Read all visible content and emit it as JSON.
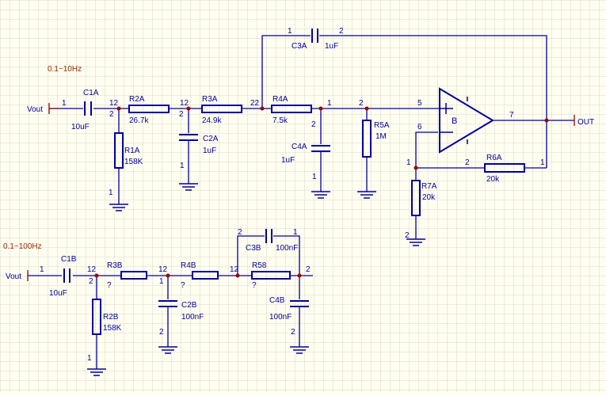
{
  "colors": {
    "background": "#fffef0",
    "grid": "#cfcfbf",
    "wire": "#00009c",
    "component": "#00009c",
    "fill": "#4a5dbf",
    "pin": "#9c0000",
    "text": "#00009c",
    "label": "#9c2a00",
    "junction": "#9c0000"
  },
  "upper": {
    "range_label": "0.1~10Hz",
    "input": "Vout",
    "output": "OUT",
    "opamp_label": "B",
    "c1": {
      "ref": "C1A",
      "value": "10uF"
    },
    "r1": {
      "ref": "R1A",
      "value": "158K"
    },
    "r2": {
      "ref": "R2A",
      "value": "26.7k"
    },
    "c2": {
      "ref": "C2A",
      "value": "1uF"
    },
    "r3": {
      "ref": "R3A",
      "value": "24.9k"
    },
    "c3": {
      "ref": "C3A",
      "value": "1uF"
    },
    "r4": {
      "ref": "R4A",
      "value": "7.5k"
    },
    "c4": {
      "ref": "C4A",
      "value": "1uF"
    },
    "r5": {
      "ref": "R5A",
      "value": "1M"
    },
    "r6": {
      "ref": "R6A",
      "value": "20k"
    },
    "r7": {
      "ref": "R7A",
      "value": "20k"
    }
  },
  "lower": {
    "range_label": "0.1~100Hz",
    "input": "Vout",
    "c1": {
      "ref": "C1B",
      "value": "10uF"
    },
    "r2": {
      "ref": "R2B",
      "value": "158K"
    },
    "r3": {
      "ref": "R3B",
      "value": "?"
    },
    "c2": {
      "ref": "C2B",
      "value": "100nF"
    },
    "r4": {
      "ref": "R4B",
      "value": "?"
    },
    "c3": {
      "ref": "C3B",
      "value": "100nF"
    },
    "r5": {
      "ref": "R58",
      "value": "?"
    },
    "c4": {
      "ref": "C4B",
      "value": "100nF"
    }
  },
  "pins": {
    "p1": "1",
    "p2": "2",
    "p5": "5",
    "p6": "6",
    "p7": "7",
    "p12": "12",
    "p22": "22"
  }
}
